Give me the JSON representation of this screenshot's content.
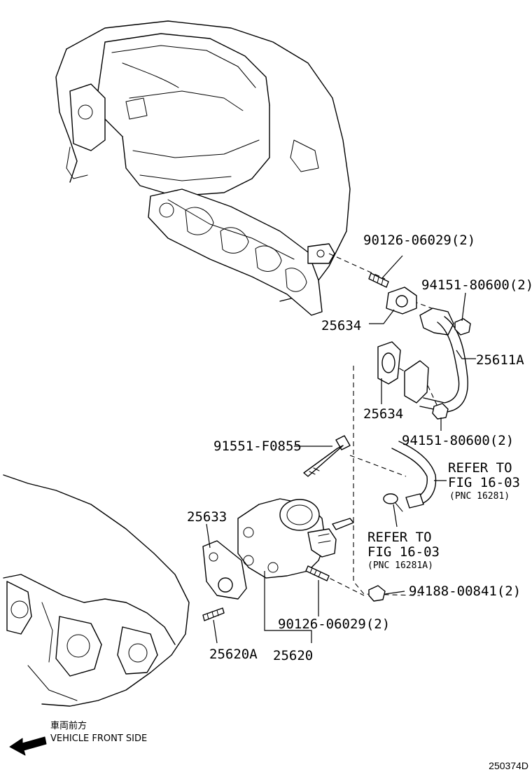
{
  "labels": {
    "stud_upper": "90126-06029(2)",
    "nut_upper": "94151-80600(2)",
    "gasket_upper": "25634",
    "pipe": "25611A",
    "gasket_mid": "25634",
    "nut_mid": "94151-80600(2)",
    "bolt": "91551-F0855",
    "refer_upper_line1": "REFER TO",
    "refer_upper_line2": "FIG 16-03",
    "refer_upper_pnc": "(PNC 16281)",
    "refer_lower_line1": "REFER TO",
    "refer_lower_line2": "FIG 16-03",
    "refer_lower_pnc": "(PNC 16281A)",
    "gasket_valve": "25633",
    "nut_lower": "94188-00841(2)",
    "stud_lower": "90126-06029(2)",
    "stud_head": "25620A",
    "egr_valve": "25620"
  },
  "direction": {
    "label_jp": "車両前方",
    "label_en": "VEHICLE FRONT SIDE",
    "icon": "arrow-left-icon"
  },
  "figure_id": "250374D"
}
